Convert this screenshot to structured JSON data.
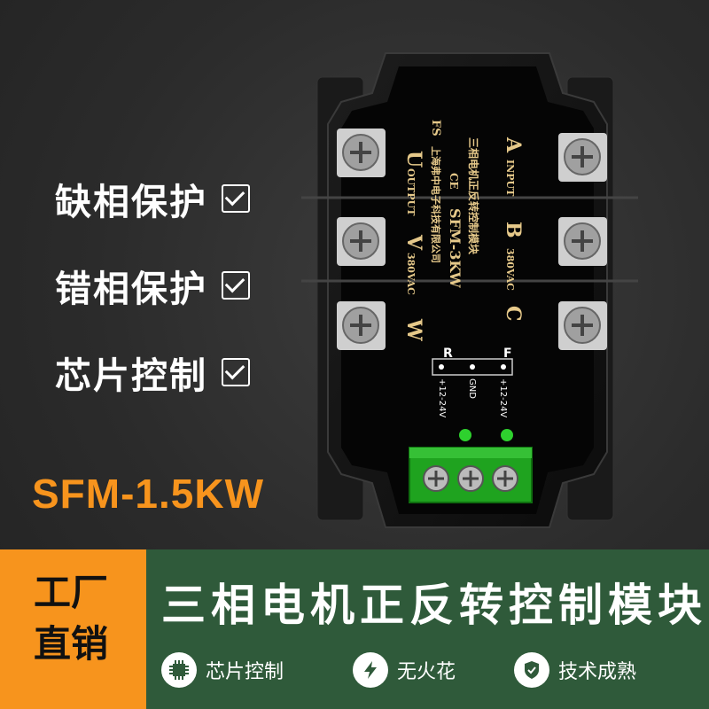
{
  "features": [
    {
      "label": "缺相保护"
    },
    {
      "label": "错相保护"
    },
    {
      "label": "芯片控制"
    }
  ],
  "model": "SFM-1.5KW",
  "product": {
    "brand": "FS",
    "cert_text": "CE",
    "left_terminal_labels": [
      "A",
      "B",
      "C"
    ],
    "right_terminal_labels": [
      "U",
      "V",
      "W"
    ],
    "input_label": "INPUT",
    "output_label": "OUTPUT",
    "voltage_in": "380VAC",
    "voltage_out": "380VAC",
    "title_cn": "三相电机正反转控制模块",
    "model_code": "SFM-3KW",
    "company": "上海弗中电子科技有限公司",
    "ctrl_labels": [
      "R",
      "F"
    ],
    "ctrl_pins": [
      "+12-24V",
      "GND",
      "+12-24V"
    ]
  },
  "banner": {
    "promo": [
      "工厂",
      "直销"
    ],
    "title": "三相电机正反转控制模块",
    "badges": [
      {
        "icon": "chip-icon",
        "label": "芯片控制"
      },
      {
        "icon": "lightning-icon",
        "label": "无火花"
      },
      {
        "icon": "shield-check-icon",
        "label": "技术成熟"
      }
    ]
  },
  "colors": {
    "accent": "#f7941d",
    "banner_green": "#2f5a3a",
    "terminal_green": "#1fa31f"
  }
}
